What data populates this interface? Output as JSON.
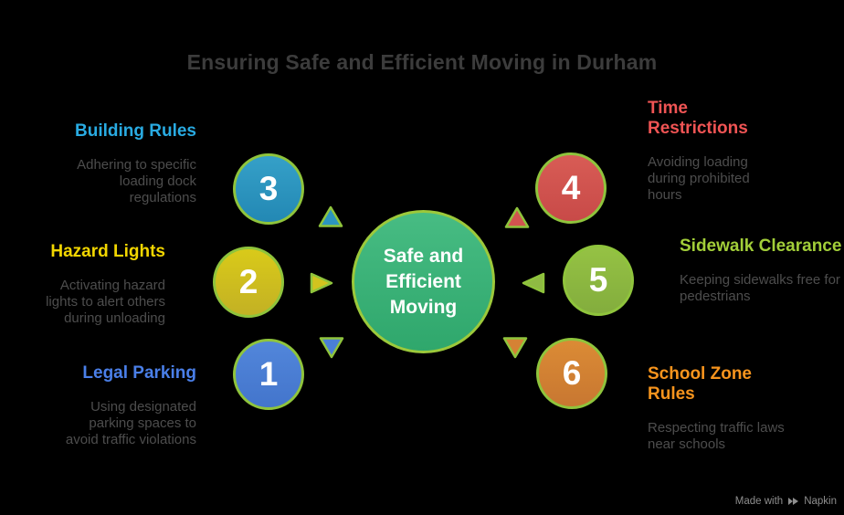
{
  "title": "Ensuring Safe and Efficient Moving in Durham",
  "center": {
    "label": "Safe and\nEfficient\nMoving",
    "fill_top": "#47BC83",
    "fill_bottom": "#2FA76C",
    "border_color": "#9CC93B"
  },
  "ring_border_color": "#8FC43C",
  "title_color": "#3C3C3C",
  "description_color": "#4D4D4D",
  "items": [
    {
      "number": "1",
      "heading": "Legal Parking",
      "description": "Using designated parking spaces to avoid traffic violations",
      "circle_color": "#4A7FD6",
      "heading_color": "#4A7FE8",
      "arrow_direction": "down",
      "side": "left"
    },
    {
      "number": "2",
      "heading": "Hazard Lights",
      "description": "Activating hazard lights to alert others during unloading",
      "circle_color": "#D3C31E",
      "heading_color": "#F2D600",
      "arrow_direction": "right",
      "side": "left"
    },
    {
      "number": "3",
      "heading": "Building Rules",
      "description": "Adhering to specific loading dock regulations",
      "circle_color": "#2C95BF",
      "heading_color": "#29ABE2",
      "arrow_direction": "up",
      "side": "left"
    },
    {
      "number": "4",
      "heading": "Time Restrictions",
      "description": "Avoiding loading during prohibited hours",
      "circle_color": "#D25350",
      "heading_color": "#F05454",
      "arrow_direction": "up",
      "side": "right"
    },
    {
      "number": "5",
      "heading": "Sidewalk Clearance",
      "description": "Keeping sidewalks free for pedestrians",
      "circle_color": "#8FBA43",
      "heading_color": "#A2CE39",
      "arrow_direction": "left",
      "side": "right"
    },
    {
      "number": "6",
      "heading": "School Zone Rules",
      "description": "Respecting traffic laws near schools",
      "circle_color": "#D58234",
      "heading_color": "#F7941D",
      "arrow_direction": "down",
      "side": "right"
    }
  ],
  "watermark": {
    "prefix": "Made with",
    "brand": "Napkin",
    "icon": "napkin-play-icon",
    "color": "#8E8E8E"
  }
}
